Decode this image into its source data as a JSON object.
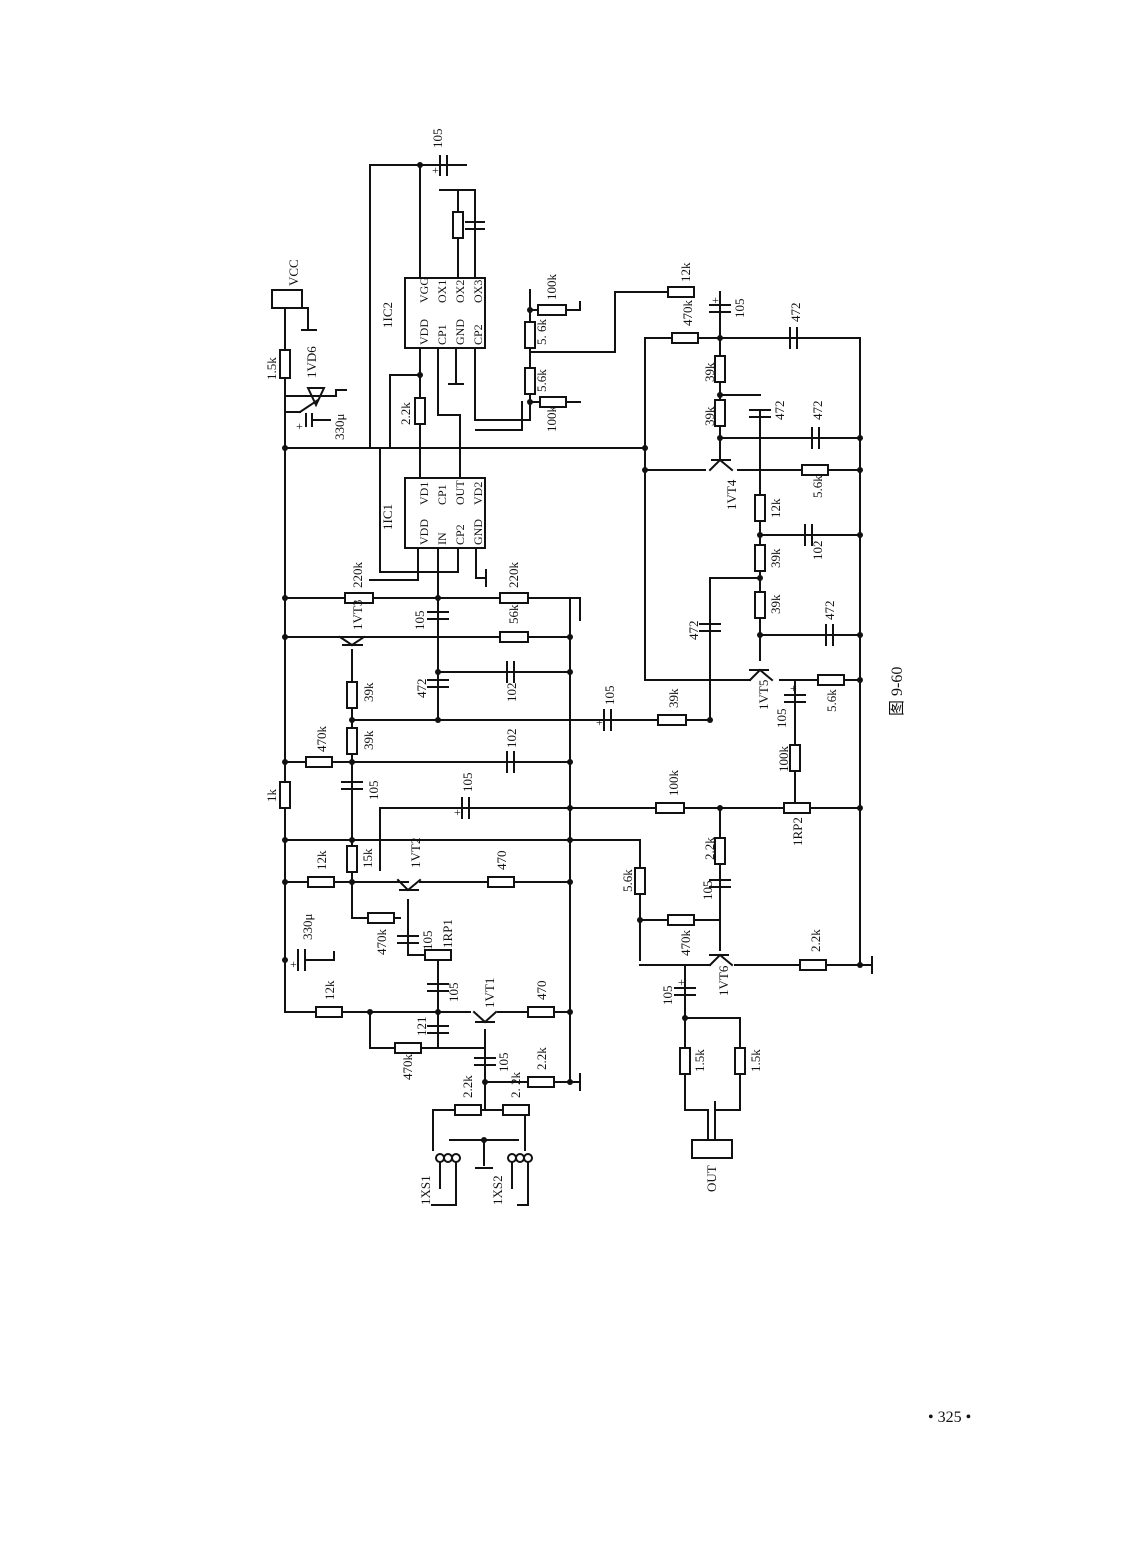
{
  "figure_caption": "图 9-60",
  "page_number": "• 325 •",
  "supply": {
    "label": "VCC"
  },
  "ic1": {
    "name": "1IC1",
    "pins": [
      "VDD",
      "IN",
      "CP2",
      "GND",
      "VD1",
      "CP1",
      "OUT",
      "VD2"
    ]
  },
  "ic2": {
    "name": "1IC2",
    "pins": [
      "VDD",
      "CP1",
      "GND",
      "CP2",
      "VGG",
      "OX1",
      "OX2",
      "OX3"
    ]
  },
  "transistors": [
    "1VT1",
    "1VT2",
    "1VT3",
    "1VT4",
    "1VT5",
    "1VT6"
  ],
  "potentiometers": [
    "1RP1",
    "1RP2"
  ],
  "diode": "1VD6",
  "jacks": [
    "1XS1",
    "1XS2"
  ],
  "output": "OUT",
  "values": {
    "r1_5k": "1.5k",
    "r220k": "220k",
    "r56k": "56k",
    "r39k": "39k",
    "r470k": "470k",
    "r1k": "1k",
    "r12k": "12k",
    "r15k": "15k",
    "r470": "470",
    "r2_2k": "2.2k",
    "r2_2k_alt": "2. 2k",
    "r100k": "100k",
    "r5_6k": "5.6k",
    "r5_6k_alt": "5. 6k",
    "c105": "105",
    "c102": "102",
    "c472": "472",
    "c121": "121",
    "c330u": "330μ"
  }
}
